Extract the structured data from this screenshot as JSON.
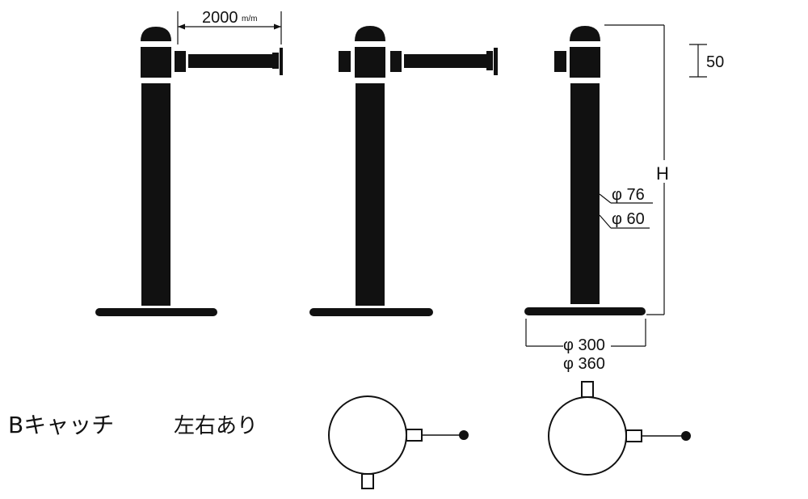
{
  "dimensions": {
    "tape_length": "2000",
    "tape_length_unit": "m/m",
    "cap_height": "50",
    "height": "H",
    "post_outer_diameter": "φ 76",
    "post_inner_diameter": "φ 60",
    "base_inner_diameter": "φ 300",
    "base_outer_diameter": "φ 360"
  },
  "captions": {
    "model": "Bキャッチ",
    "variant": "左右あり"
  },
  "colors": {
    "ink": "#111111",
    "paper": "#ffffff"
  }
}
